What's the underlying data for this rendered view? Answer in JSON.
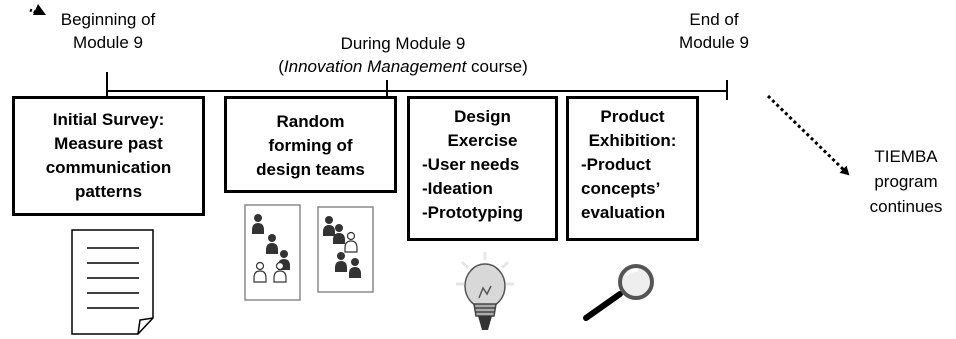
{
  "timeline": {
    "start_line1": "Beginning of",
    "start_line2": "Module 9",
    "mid_line1": "During Module 9",
    "mid_open": "(",
    "mid_italic": "Innovation Management",
    "mid_rest": " course)",
    "end_line1": "End of",
    "end_line2": "Module 9",
    "continues_1": "TIEMBA",
    "continues_2": "program",
    "continues_3": "continues"
  },
  "steps": [
    {
      "lines": [
        "Initial Survey:",
        "Measure past",
        "communication",
        "patterns"
      ],
      "icon": "document-icon"
    },
    {
      "lines": [
        "Random",
        "forming of",
        "design teams"
      ],
      "icon": "team-icon"
    },
    {
      "title_lines": [
        "Design",
        "Exercise"
      ],
      "items": [
        "-User needs",
        "-Ideation",
        "-Prototyping"
      ],
      "icon": "lightbulb-icon"
    },
    {
      "title_lines": [
        "Product",
        "Exhibition:"
      ],
      "items": [
        "-Product",
        "concepts’",
        "evaluation"
      ],
      "icon": "magnifier-icon"
    }
  ],
  "colors": {
    "line": "#000000",
    "person_dark": "#333333",
    "panel_border": "#8a8a8a",
    "bulb": "#d8d8d8"
  }
}
